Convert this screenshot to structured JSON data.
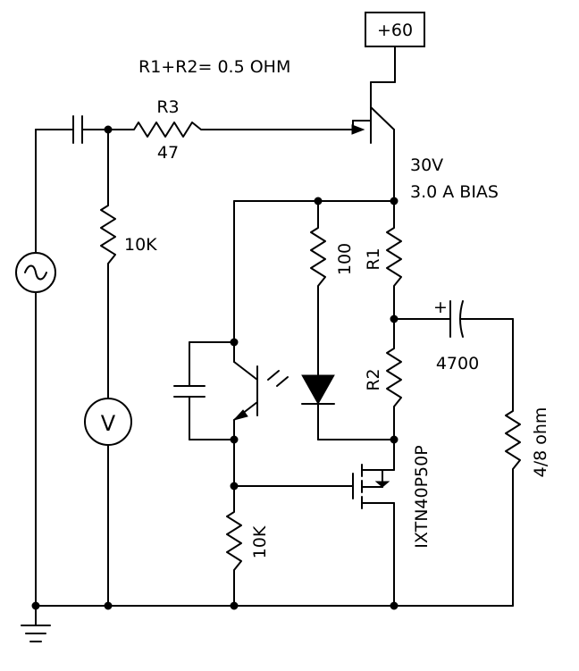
{
  "supply": {
    "label": "+60"
  },
  "notes": {
    "r_sum": "R1+R2= 0.5 OHM",
    "voltage": "30V",
    "bias": "3.0 A BIAS"
  },
  "components": {
    "r3": {
      "name": "R3",
      "value": "47"
    },
    "r_10k_top": {
      "value": "10K"
    },
    "r_100": {
      "value": "100"
    },
    "r1": {
      "name": "R1"
    },
    "r2": {
      "name": "R2"
    },
    "cap_out": {
      "polarity": "+",
      "value": "4700"
    },
    "load": {
      "value": "4/8 ohm"
    },
    "mosfet": {
      "part": "IXTN40P50P"
    },
    "r_10k_bottom": {
      "value": "10K"
    },
    "voltmeter": {
      "symbol": "V"
    }
  }
}
